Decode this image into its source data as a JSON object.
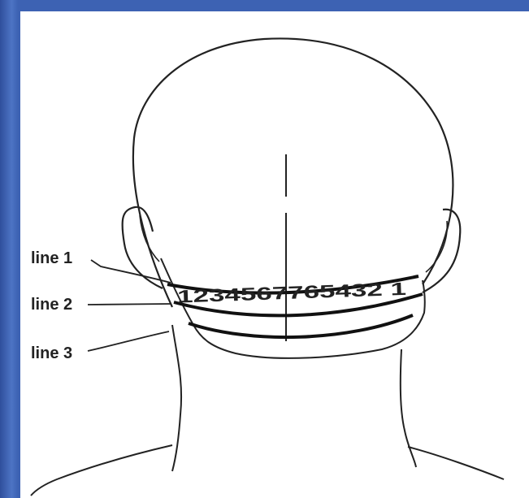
{
  "labels": {
    "line1": "line 1",
    "line2": "line 2",
    "line3": "line 3"
  },
  "numbering": "1234567765432 1",
  "colors": {
    "background_border": "#3d62b3",
    "panel": "#ffffff",
    "stroke": "#222222"
  }
}
